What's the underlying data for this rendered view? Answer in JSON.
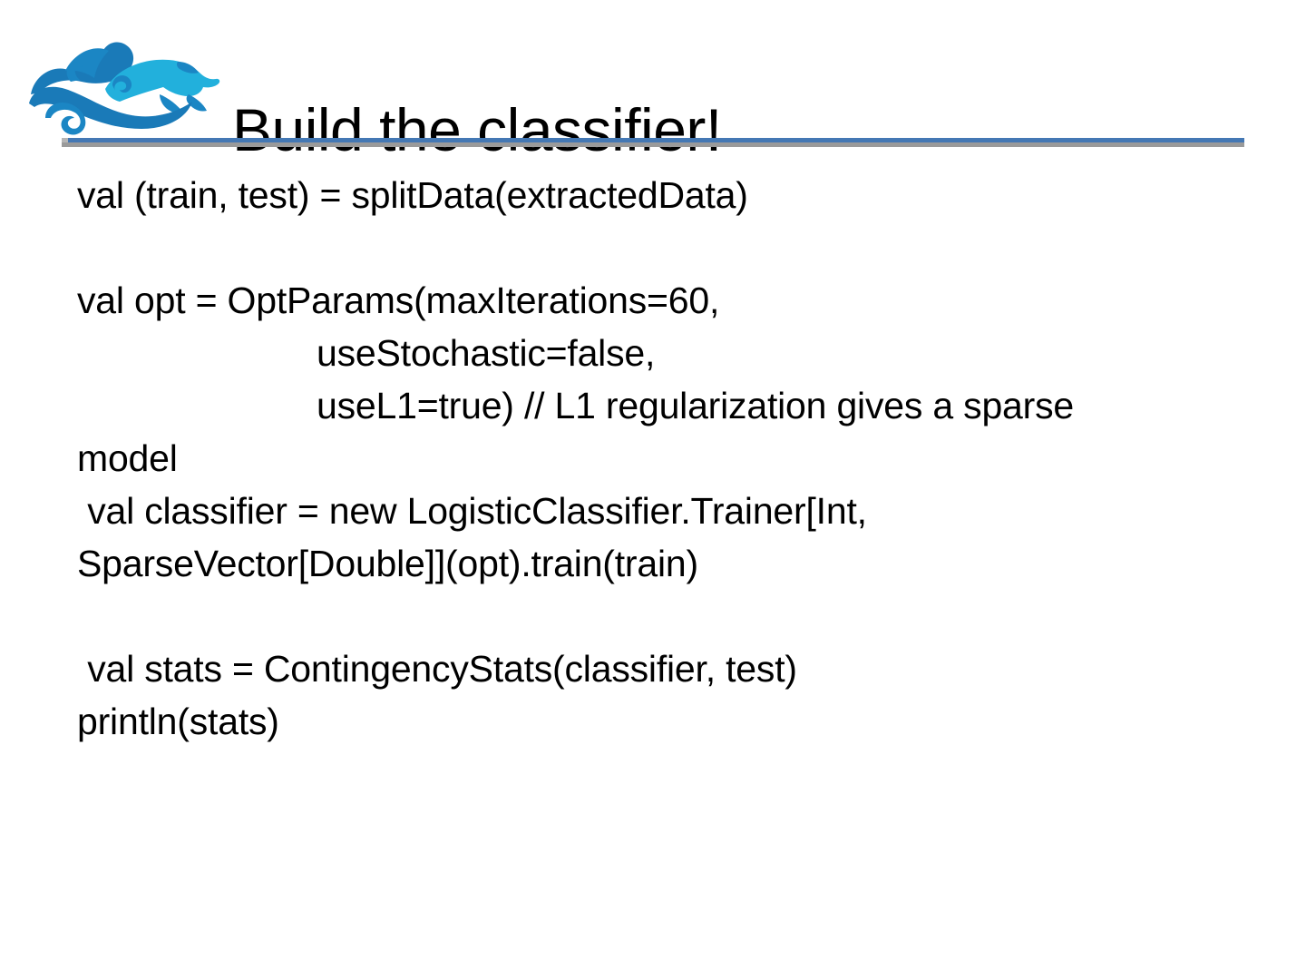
{
  "slide": {
    "title": "Build the classifier!",
    "logo_name": "breeze-dog-wave-logo",
    "accent_color": "#4478b4",
    "logo_colors": {
      "dark_blue": "#1a7ab8",
      "mid_blue": "#1b86c4",
      "light_cyan": "#22b0dc"
    },
    "rule_shadow_color": "#9a9a9a",
    "background_color": "#ffffff",
    "text_color": "#000000"
  },
  "code": {
    "lines": [
      "val (train, test) = splitData(extractedData)",
      "",
      "val opt = OptParams(maxIterations=60,",
      "useStochastic=false,",
      "useL1=true) // L1 regularization gives a sparse",
      "model",
      " val classifier = new LogisticClassifier.Trainer[Int,",
      "SparseVector[Double]](opt).train(train)",
      "",
      " val stats = ContingencyStats(classifier, test)",
      "println(stats)"
    ]
  }
}
